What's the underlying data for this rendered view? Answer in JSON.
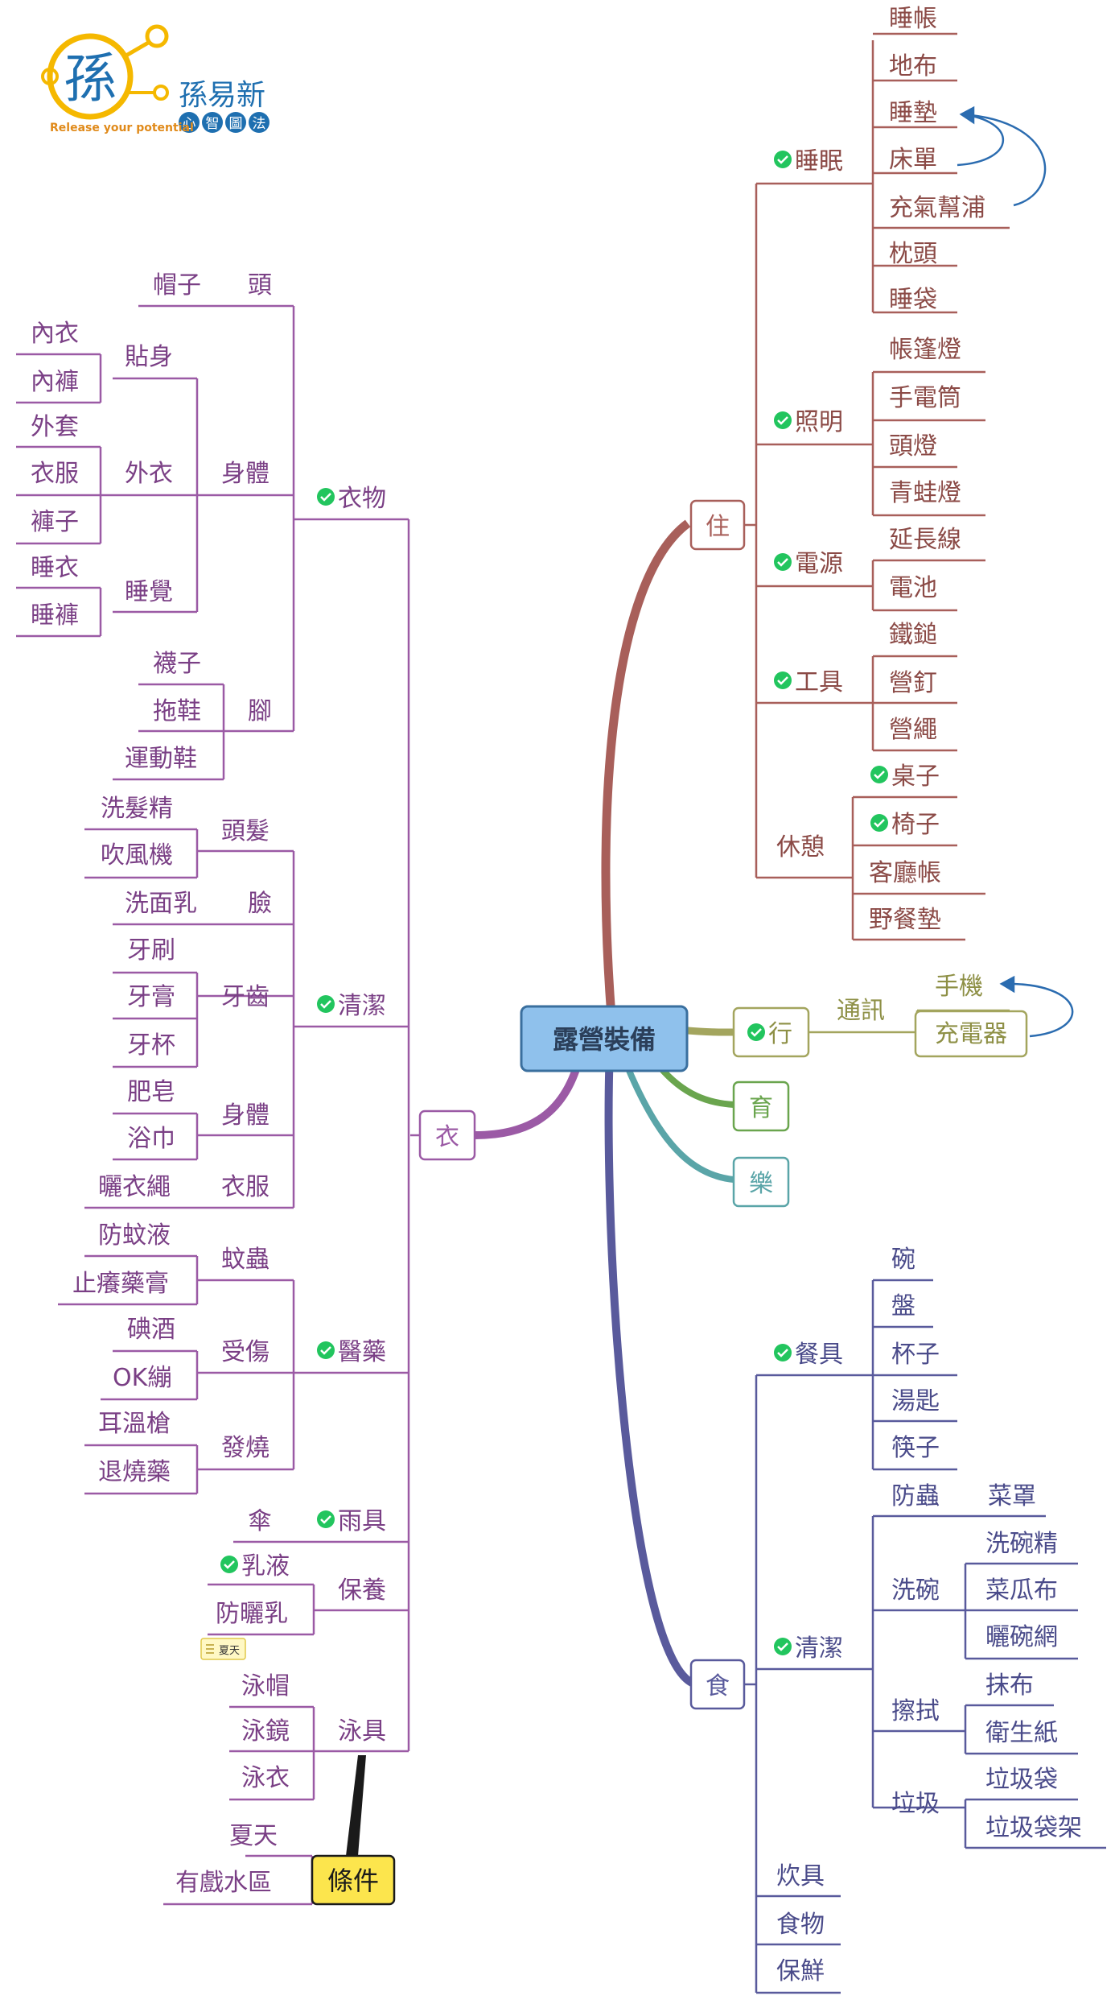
{
  "logo": {
    "brand": "孫易新",
    "chars": [
      "心",
      "智",
      "圖",
      "法"
    ],
    "tagline": "Release your potential",
    "mark": "孫"
  },
  "colors": {
    "wear": "#9b5aa5",
    "live": "#a85f5a",
    "eat": "#595a9c",
    "go": "#a3a55e",
    "edu": "#6aa54e",
    "fun": "#5aa5a8",
    "check": "#22c55e",
    "central_fill": "#8fc1ec",
    "central_stroke": "#3a6f9e",
    "callout": "#fce54d",
    "link": "#2b6cb0"
  },
  "central": "露營裝備",
  "branches": {
    "wear": "衣",
    "live": "住",
    "eat": "食",
    "go": "行",
    "edu": "育",
    "fun": "樂"
  },
  "wear": {
    "clothes": "衣物",
    "head": "頭",
    "hat": "帽子",
    "body": "身體",
    "close": "貼身",
    "underwear": "內衣",
    "briefs": "內褲",
    "outer": "外衣",
    "jacket": "外套",
    "garment": "衣服",
    "pants": "褲子",
    "sleep": "睡覺",
    "pajama_top": "睡衣",
    "pajama_pants": "睡褲",
    "feet": "腳",
    "socks": "襪子",
    "slippers": "拖鞋",
    "sneakers": "運動鞋",
    "clean": "清潔",
    "hair": "頭髮",
    "shampoo": "洗髮精",
    "dryer": "吹風機",
    "face": "臉",
    "cleanser": "洗面乳",
    "teeth": "牙齒",
    "toothbrush": "牙刷",
    "toothpaste": "牙膏",
    "cup": "牙杯",
    "body2": "身體",
    "soap": "肥皂",
    "towel": "浴巾",
    "laundry": "衣服",
    "line": "曬衣繩",
    "medicine": "醫藥",
    "bugs": "蚊蟲",
    "repellent": "防蚊液",
    "itch": "止癢藥膏",
    "injury": "受傷",
    "iodine": "碘酒",
    "bandaid": "OK繃",
    "fever": "發燒",
    "thermometer": "耳溫槍",
    "antipyretic": "退燒藥",
    "rain": "雨具",
    "umbrella": "傘",
    "care": "保養",
    "lotion": "乳液",
    "sunscreen": "防曬乳",
    "note": "夏天",
    "swim": "泳具",
    "cap": "泳帽",
    "goggles": "泳鏡",
    "suit": "泳衣",
    "condition": "條件",
    "summer": "夏天",
    "waterpark": "有戲水區"
  },
  "live": {
    "sleep": "睡眠",
    "tent": "睡帳",
    "groundsheet": "地布",
    "mat": "睡墊",
    "sheet": "床單",
    "airbed": "充氣幫浦",
    "pillow": "枕頭",
    "bag": "睡袋",
    "light": "照明",
    "lantern": "帳篷燈",
    "flashlight": "手電筒",
    "headlamp": "頭燈",
    "froglamp": "青蛙燈",
    "power": "電源",
    "cord": "延長線",
    "battery": "電池",
    "tools": "工具",
    "hammer": "鐵鎚",
    "peg": "營釘",
    "rope": "營繩",
    "rest": "休憩",
    "table": "桌子",
    "chair": "椅子",
    "lounge": "客廳帳",
    "picnic": "野餐墊"
  },
  "go": {
    "comm": "通訊",
    "phone": "手機",
    "charger": "充電器"
  },
  "eat": {
    "tableware": "餐具",
    "bowl": "碗",
    "plate": "盤",
    "cup": "杯子",
    "spoon": "湯匙",
    "chopsticks": "筷子",
    "clean": "清潔",
    "bugproof": "防蟲",
    "cover": "菜罩",
    "dish": "洗碗",
    "detergent": "洗碗精",
    "loofah": "菜瓜布",
    "rack": "曬碗網",
    "wipe": "擦拭",
    "cloth": "抹布",
    "tissue": "衛生紙",
    "trash": "垃圾",
    "trashbag": "垃圾袋",
    "trashstand": "垃圾袋架",
    "cookware": "炊具",
    "food": "食物",
    "fresh": "保鮮"
  }
}
